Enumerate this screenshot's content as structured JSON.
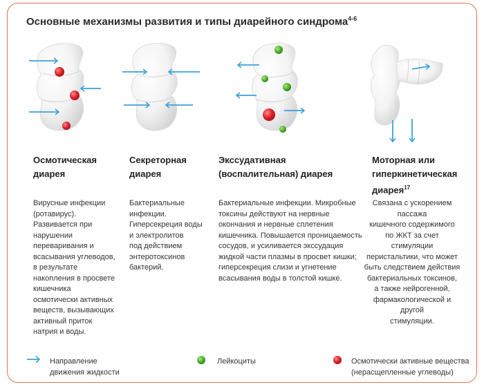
{
  "title": "Основные механизмы развития и типы диарейного синдрома",
  "title_sup": "4-6",
  "columns": [
    {
      "title_lines": [
        "Осмотическая",
        "диарея"
      ],
      "title_sup": "",
      "text_lines": [
        "Вирусные инфекции",
        "(ротавирус).",
        "Развивается при",
        "нарушении",
        "переваривания и",
        "всасывания углеводов,",
        "в результате",
        "накопления в просвете",
        "кишечника",
        "осмотически активных",
        "веществ, вызывающих",
        "активный приток",
        "натрия и воды."
      ],
      "text_align": "left"
    },
    {
      "title_lines": [
        "Секреторная",
        "диарея"
      ],
      "title_sup": "",
      "text_lines": [
        "Бактериальные",
        "инфекции.",
        "Гиперсекреция воды",
        "и электролитов",
        "под действием",
        "энтеротоксинов",
        "бактерий."
      ],
      "text_align": "left"
    },
    {
      "title_lines": [
        "Экссудативная",
        "(воспалительная) диарея"
      ],
      "title_sup": "",
      "text_lines": [
        "Бактериальные инфекции. Микробные",
        "токсины действуют на нервные",
        "окончания и нервные сплетения",
        "кишечника. Повышается проницаемость",
        "сосудов, и усиливается экссудация",
        "жидкой части плазмы в просвет кишки;",
        "гиперсекреция слизи и угнетение",
        "всасывания воды в толстой кишке."
      ],
      "text_align": "left"
    },
    {
      "title_lines": [
        "Моторная или",
        "гиперкинетическая",
        "диарея"
      ],
      "title_sup": "17",
      "text_lines": [
        "Связана с ускорением",
        "пассажа",
        "кишечного содержимого",
        "по ЖКТ за счет",
        "стимуляции",
        "перистальтики, что может",
        "быть следствием действия",
        "бактериальных токсинов,",
        "а также нейрогенной,",
        "фармакологической и",
        "другой",
        "стимуляции."
      ],
      "text_align": "center"
    }
  ],
  "legend": {
    "arrow_lines": [
      "Направление",
      "движения жидкости"
    ],
    "leukocyte_label": "Лейкоциты",
    "osmotic_lines": [
      "Осмотически активные вещества",
      "(нерасщепленные углеводы)"
    ]
  },
  "colors": {
    "frame": "#e0734f",
    "arrow": "#3aa0dc",
    "leukocyte": "#4fb52e",
    "osmotic": "#d8252e"
  },
  "icons": {
    "arrow": "arrow-icon",
    "leukocyte": "green-dot-icon",
    "osmotic": "red-dot-icon"
  }
}
